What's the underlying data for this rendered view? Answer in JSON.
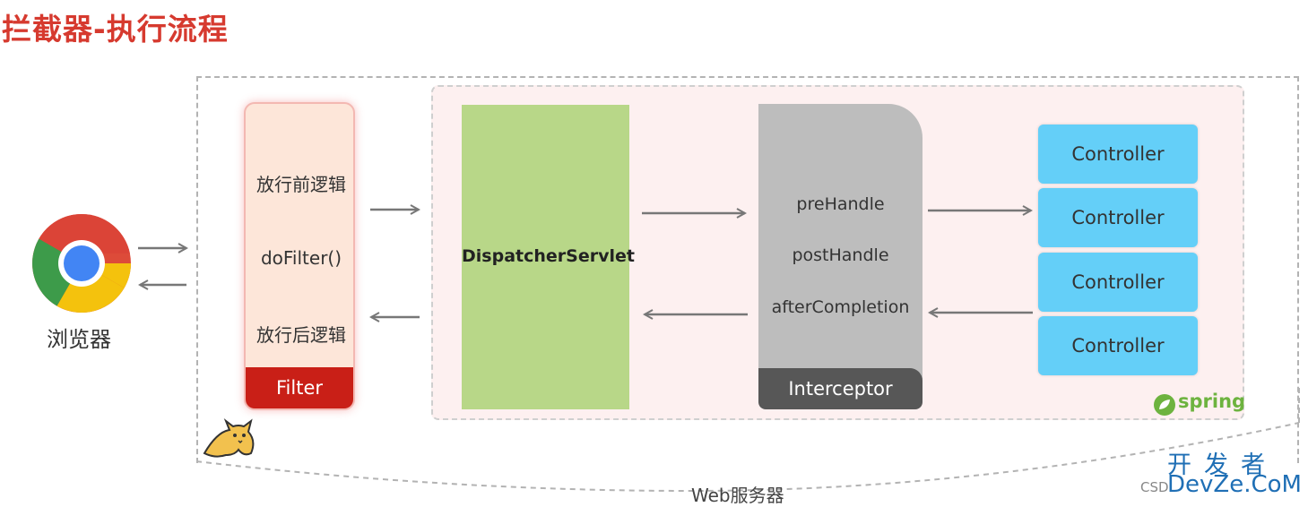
{
  "title": "拦截器-执行流程",
  "browser": {
    "label": "浏览器",
    "icon": "chrome-browser-icon"
  },
  "server": {
    "label": "Web服务器",
    "icon": "tomcat-icon"
  },
  "filter": {
    "before": "放行前逻辑",
    "call": "doFilter()",
    "after": "放行后逻辑",
    "name": "Filter"
  },
  "dispatcher": {
    "name": "DispatcherServlet"
  },
  "interceptor": {
    "pre": "preHandle",
    "post": "postHandle",
    "after": "afterCompletion",
    "name": "Interceptor"
  },
  "controllers": [
    "Controller",
    "Controller",
    "Controller",
    "Controller"
  ],
  "spring": {
    "label": "spring",
    "icon": "spring-leaf-icon"
  },
  "watermark": {
    "top": "开发者",
    "small": "CSD",
    "bottom": "DevZe.CoM"
  },
  "colors": {
    "title": "#d63a2f",
    "filter": "#fde6d9",
    "filter_footer": "#c91f17",
    "dispatcher": "#b8d788",
    "interceptor": "#bdbdbd",
    "interceptor_footer": "#575757",
    "controller": "#64cff8",
    "spring_area": "#fdf0f0",
    "spring_green": "#6db33f"
  }
}
